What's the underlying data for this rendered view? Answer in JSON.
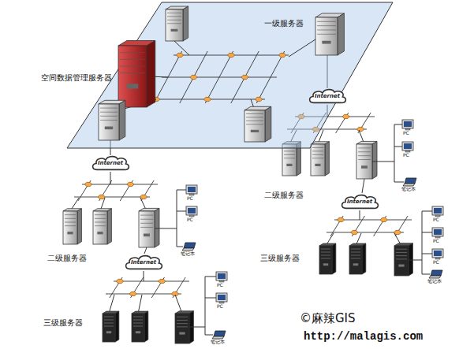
{
  "diagram": {
    "nodes": [
      {
        "text": [
          "空间数据管理服务器",
          "一级服务器"
        ]
      },
      {
        "text": [
          "Internet"
        ]
      },
      {
        "text": [
          "Internet"
        ]
      },
      {
        "text": [
          "Internet"
        ]
      },
      {
        "text": [
          "Internet"
        ]
      }
    ],
    "edges": [
      {
        "from": 0,
        "to": 1,
        "arrow": "none"
      },
      {
        "from": 0,
        "to": 2,
        "arrow": "none"
      }
    ],
    "labels": [
      "二级服务器",
      "PC",
      "PC",
      "笔记本",
      "三级服务器",
      "PC",
      "PC",
      "PC",
      "笔记本",
      "二级服务器",
      "PC",
      "PC",
      "笔记本",
      "三级服务器",
      "PC",
      "PC",
      "笔记本",
      "©麻辣GIS",
      "http://malagis.com"
    ]
  }
}
